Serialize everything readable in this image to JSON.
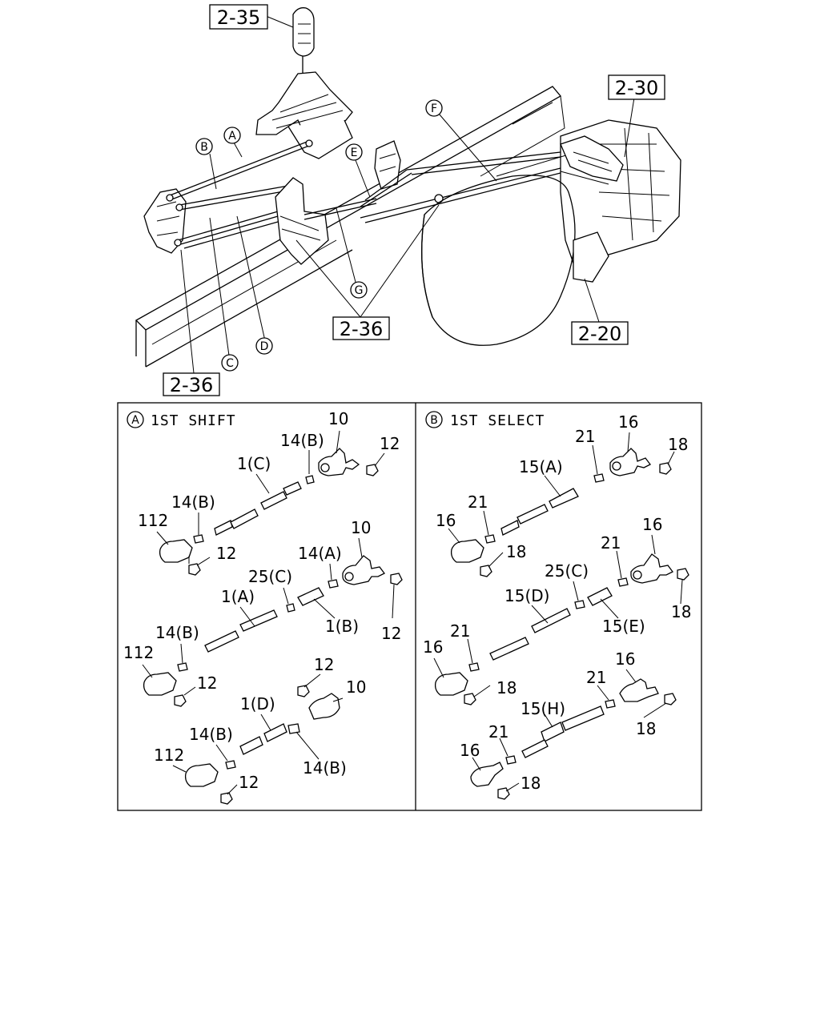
{
  "overview": {
    "refs": {
      "r235": "2-35",
      "r230": "2-30",
      "r236_center": "2-36",
      "r236_left": "2-36",
      "r220": "2-20"
    },
    "callouts": {
      "A": "A",
      "B": "B",
      "C": "C",
      "D": "D",
      "E": "E",
      "F": "F",
      "G": "G"
    }
  },
  "panel_a": {
    "marker": "A",
    "title": "1ST SHIFT",
    "labels": {
      "p10_top": "10",
      "p14b_top": "14(B)",
      "p12_top": "12",
      "p1c": "1(C)",
      "p14b_left": "14(B)",
      "p112_top": "112",
      "p12_top2": "12",
      "p10_mid": "10",
      "p14a": "14(A)",
      "p25c": "25(C)",
      "p1a": "1(A)",
      "p1b": "1(B)",
      "p12_right": "12",
      "p14b_mid": "14(B)",
      "p112_mid": "112",
      "p12_mid": "12",
      "p12_bot_top": "12",
      "p10_bot": "10",
      "p1d": "1(D)",
      "p14b_bot_left": "14(B)",
      "p112_bot": "112",
      "p12_bot": "12",
      "p14b_bot_right": "14(B)"
    }
  },
  "panel_b": {
    "marker": "B",
    "title": "1ST SELECT",
    "labels": {
      "p16_top": "16",
      "p21_top": "21",
      "p18_top": "18",
      "p15a": "15(A)",
      "p21_left": "21",
      "p16_left": "16",
      "p18_left": "18",
      "p16_mid": "16",
      "p21_mid": "21",
      "p25c": "25(C)",
      "p15d": "15(D)",
      "p15e": "15(E)",
      "p18_right": "18",
      "p21_mid_left": "21",
      "p16_mid_left": "16",
      "p18_mid_left": "18",
      "p16_bot_right": "16",
      "p21_bot": "21",
      "p15h": "15(H)",
      "p18_bot_right": "18",
      "p21_bot_left": "21",
      "p16_bot_left": "16",
      "p18_bot_left": "18"
    }
  }
}
